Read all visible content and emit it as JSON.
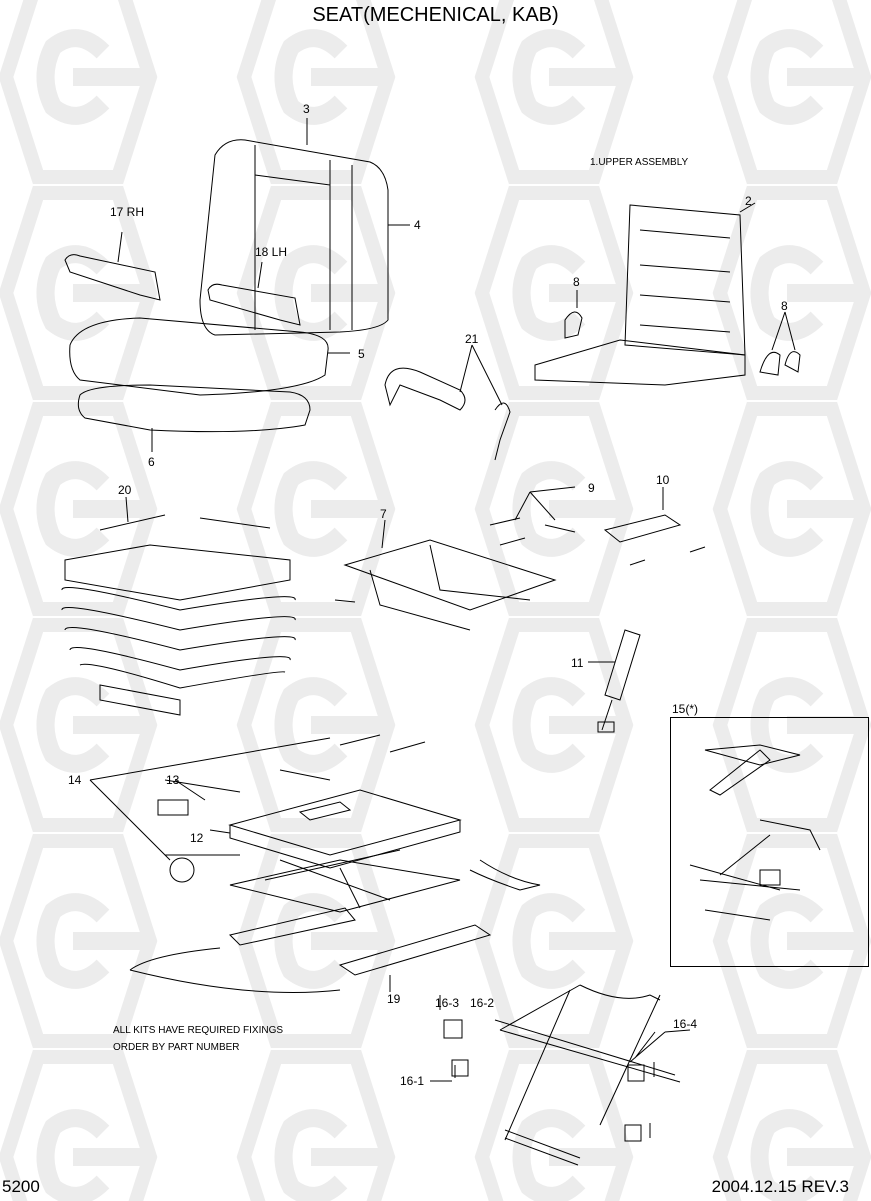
{
  "title": "SEAT(MECHENICAL, KAB)",
  "page_number": "5200",
  "revision": "2004.12.15  REV.3",
  "subtitle": "1.UPPER ASSEMBLY",
  "notes": [
    "ALL KITS HAVE REQUIRED FIXINGS",
    "ORDER BY PART NUMBER"
  ],
  "callouts": {
    "c2": "2",
    "c3": "3",
    "c4": "4",
    "c5": "5",
    "c6": "6",
    "c7": "7",
    "c8a": "8",
    "c8b": "8",
    "c9": "9",
    "c10": "10",
    "c11": "11",
    "c12": "12",
    "c13": "13",
    "c14": "14",
    "c15": "15(*)",
    "c17": "17 RH",
    "c18": "18 LH",
    "c19": "19",
    "c20": "20",
    "c21": "21",
    "c16_1": "16-1",
    "c16_2": "16-2",
    "c16_3": "16-3",
    "c16_4": "16-4"
  }
}
